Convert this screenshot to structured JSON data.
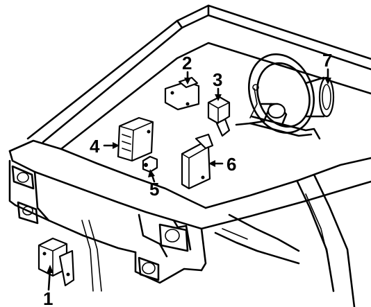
{
  "callouts": [
    {
      "id": "1",
      "label": "1"
    },
    {
      "id": "2",
      "label": "2"
    },
    {
      "id": "3",
      "label": "3"
    },
    {
      "id": "4",
      "label": "4"
    },
    {
      "id": "5",
      "label": "5"
    },
    {
      "id": "6",
      "label": "6"
    },
    {
      "id": "7",
      "label": "7"
    }
  ],
  "parts": [
    {
      "id": "1",
      "icon": "lower-bracket-module"
    },
    {
      "id": "2",
      "icon": "mounting-bracket"
    },
    {
      "id": "3",
      "icon": "sensor-module"
    },
    {
      "id": "4",
      "icon": "control-module"
    },
    {
      "id": "5",
      "icon": "small-sensor"
    },
    {
      "id": "6",
      "icon": "bracket-module"
    },
    {
      "id": "7",
      "icon": "clock-spring-coil"
    }
  ]
}
